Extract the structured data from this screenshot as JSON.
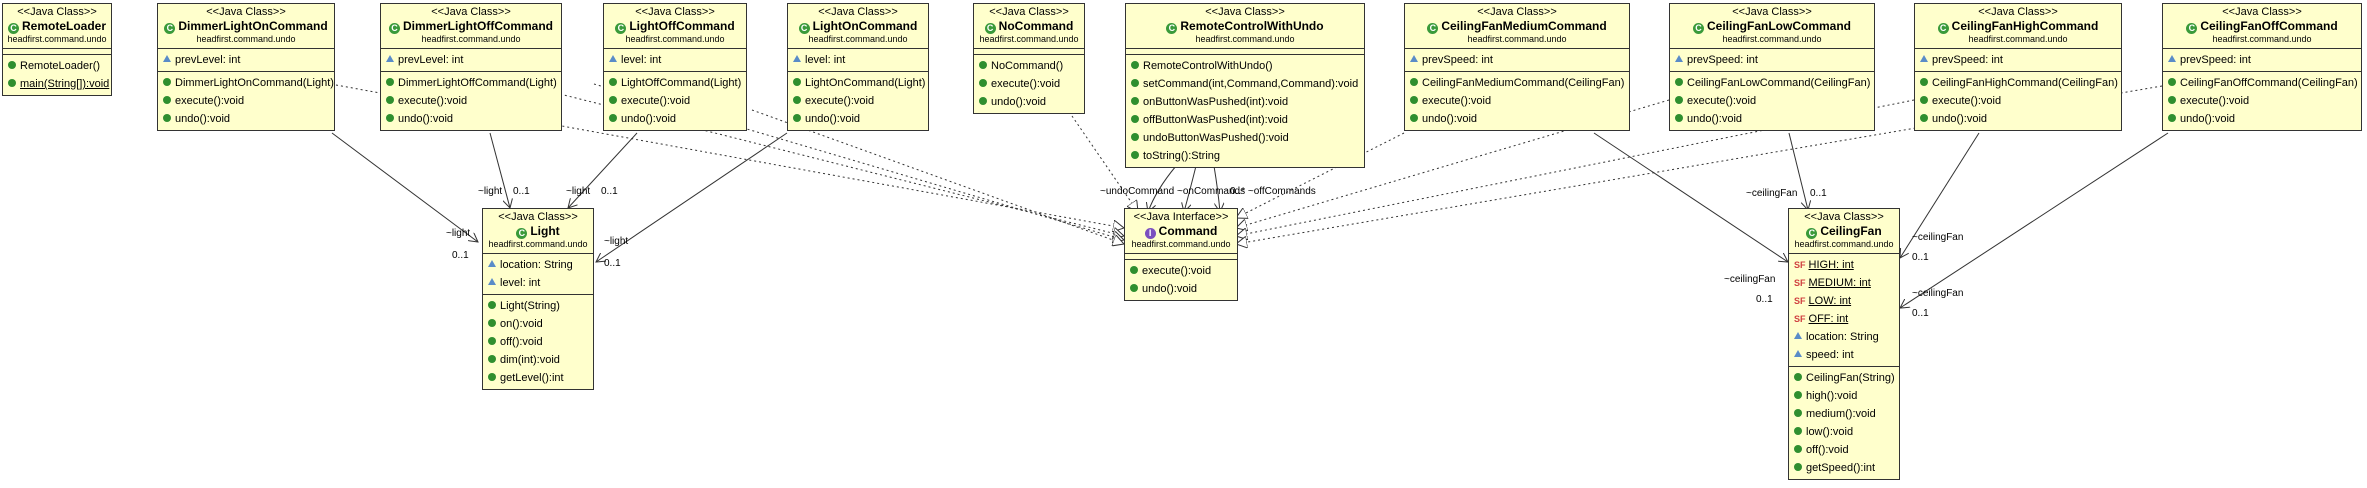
{
  "classes": {
    "remote_loader": {
      "stereotype": "<<Java Class>>",
      "name": "RemoteLoader",
      "package": "headfirst.command.undo",
      "fields": [],
      "methods": [
        {
          "text": "RemoteLoader()",
          "underline": false
        },
        {
          "text": "main(String[]):void",
          "underline": true
        }
      ]
    },
    "dimmer_on": {
      "stereotype": "<<Java Class>>",
      "name": "DimmerLightOnCommand",
      "package": "headfirst.command.undo",
      "fields": [
        {
          "text": "prevLevel: int"
        }
      ],
      "methods": [
        {
          "text": "DimmerLightOnCommand(Light)"
        },
        {
          "text": "execute():void"
        },
        {
          "text": "undo():void"
        }
      ]
    },
    "dimmer_off": {
      "stereotype": "<<Java Class>>",
      "name": "DimmerLightOffCommand",
      "package": "headfirst.command.undo",
      "fields": [
        {
          "text": "prevLevel: int"
        }
      ],
      "methods": [
        {
          "text": "DimmerLightOffCommand(Light)"
        },
        {
          "text": "execute():void"
        },
        {
          "text": "undo():void"
        }
      ]
    },
    "light_off": {
      "stereotype": "<<Java Class>>",
      "name": "LightOffCommand",
      "package": "headfirst.command.undo",
      "fields": [
        {
          "text": "level: int"
        }
      ],
      "methods": [
        {
          "text": "LightOffCommand(Light)"
        },
        {
          "text": "execute():void"
        },
        {
          "text": "undo():void"
        }
      ]
    },
    "light_on": {
      "stereotype": "<<Java Class>>",
      "name": "LightOnCommand",
      "package": "headfirst.command.undo",
      "fields": [
        {
          "text": "level: int"
        }
      ],
      "methods": [
        {
          "text": "LightOnCommand(Light)"
        },
        {
          "text": "execute():void"
        },
        {
          "text": "undo():void"
        }
      ]
    },
    "no_command": {
      "stereotype": "<<Java Class>>",
      "name": "NoCommand",
      "package": "headfirst.command.undo",
      "fields": [],
      "methods": [
        {
          "text": "NoCommand()"
        },
        {
          "text": "execute():void"
        },
        {
          "text": "undo():void"
        }
      ]
    },
    "remote_control": {
      "stereotype": "<<Java Class>>",
      "name": "RemoteControlWithUndo",
      "package": "headfirst.command.undo",
      "fields": [],
      "methods": [
        {
          "text": "RemoteControlWithUndo()"
        },
        {
          "text": "setCommand(int,Command,Command):void"
        },
        {
          "text": "onButtonWasPushed(int):void"
        },
        {
          "text": "offButtonWasPushed(int):void"
        },
        {
          "text": "undoButtonWasPushed():void"
        },
        {
          "text": "toString():String"
        }
      ]
    },
    "fan_medium": {
      "stereotype": "<<Java Class>>",
      "name": "CeilingFanMediumCommand",
      "package": "headfirst.command.undo",
      "fields": [
        {
          "text": "prevSpeed: int"
        }
      ],
      "methods": [
        {
          "text": "CeilingFanMediumCommand(CeilingFan)"
        },
        {
          "text": "execute():void"
        },
        {
          "text": "undo():void"
        }
      ]
    },
    "fan_low": {
      "stereotype": "<<Java Class>>",
      "name": "CeilingFanLowCommand",
      "package": "headfirst.command.undo",
      "fields": [
        {
          "text": "prevSpeed: int"
        }
      ],
      "methods": [
        {
          "text": "CeilingFanLowCommand(CeilingFan)"
        },
        {
          "text": "execute():void"
        },
        {
          "text": "undo():void"
        }
      ]
    },
    "fan_high": {
      "stereotype": "<<Java Class>>",
      "name": "CeilingFanHighCommand",
      "package": "headfirst.command.undo",
      "fields": [
        {
          "text": "prevSpeed: int"
        }
      ],
      "methods": [
        {
          "text": "CeilingFanHighCommand(CeilingFan)"
        },
        {
          "text": "execute():void"
        },
        {
          "text": "undo():void"
        }
      ]
    },
    "fan_off": {
      "stereotype": "<<Java Class>>",
      "name": "CeilingFanOffCommand",
      "package": "headfirst.command.undo",
      "fields": [
        {
          "text": "prevSpeed: int"
        }
      ],
      "methods": [
        {
          "text": "CeilingFanOffCommand(CeilingFan)"
        },
        {
          "text": "execute():void"
        },
        {
          "text": "undo():void"
        }
      ]
    },
    "light": {
      "stereotype": "<<Java Class>>",
      "name": "Light",
      "package": "headfirst.command.undo",
      "fields": [
        {
          "text": "location: String"
        },
        {
          "text": "level: int"
        }
      ],
      "methods": [
        {
          "text": "Light(String)"
        },
        {
          "text": "on():void"
        },
        {
          "text": "off():void"
        },
        {
          "text": "dim(int):void"
        },
        {
          "text": "getLevel():int"
        }
      ]
    },
    "command": {
      "stereotype": "<<Java Interface>>",
      "name": "Command",
      "package": "headfirst.command.undo",
      "interface": true,
      "fields": [],
      "methods": [
        {
          "text": "execute():void"
        },
        {
          "text": "undo():void"
        }
      ]
    },
    "ceiling_fan": {
      "stereotype": "<<Java Class>>",
      "name": "CeilingFan",
      "package": "headfirst.command.undo",
      "fields": [
        {
          "text": "HIGH: int",
          "static": true
        },
        {
          "text": "MEDIUM: int",
          "static": true
        },
        {
          "text": "LOW: int",
          "static": true
        },
        {
          "text": "OFF: int",
          "static": true
        },
        {
          "text": "location: String"
        },
        {
          "text": "speed: int"
        }
      ],
      "methods": [
        {
          "text": "CeilingFan(String)"
        },
        {
          "text": "high():void"
        },
        {
          "text": "medium():void"
        },
        {
          "text": "low():void"
        },
        {
          "text": "off():void"
        },
        {
          "text": "getSpeed():int"
        }
      ]
    }
  },
  "edge_labels": {
    "light_role": "~light",
    "light_mult": "0..1",
    "fan_role": "~ceilingFan",
    "fan_mult": "0..1",
    "remote_roles": "~undoCommand ~onCommands ~offCommands",
    "remote_mult": "0..*",
    "remote_mult2": "0..1"
  },
  "colors": {
    "box_fill": "#ffffcc",
    "border": "#333333",
    "method_icon": "#2f8f2f",
    "interface_icon": "#7b4fbf"
  }
}
